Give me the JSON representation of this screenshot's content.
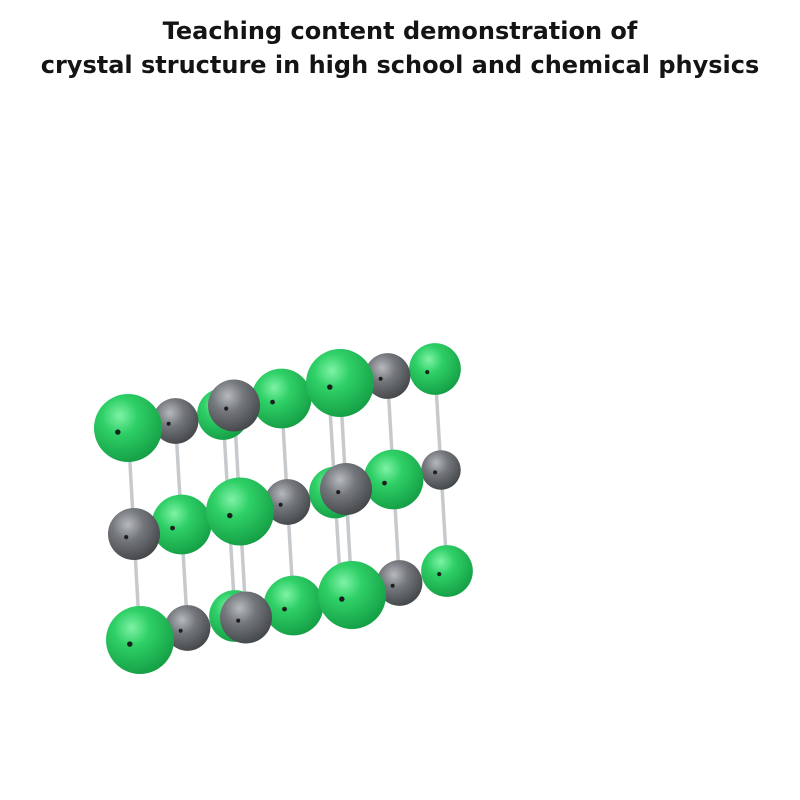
{
  "caption": {
    "line1": "Teaching content demonstration of",
    "line2": "crystal structure in high school and chemical physics"
  },
  "model": {
    "description_icon": "nacl-crystal-lattice-model",
    "colors": {
      "green_atom": "#25c25a",
      "gray_atom": "#6b6e72",
      "rod": "#c7cacd",
      "background": "#ffffff"
    }
  }
}
